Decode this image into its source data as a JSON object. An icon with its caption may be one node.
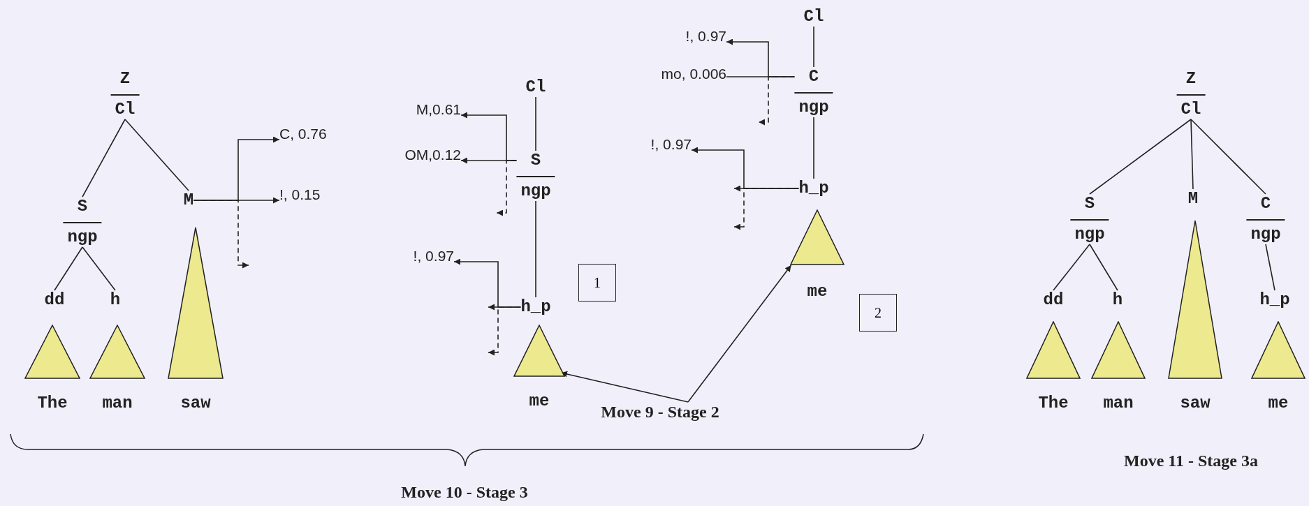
{
  "diagram": {
    "nodes": [
      {
        "text": [
          "Z",
          "Cl"
        ]
      },
      {
        "text": [
          "S",
          "ngp"
        ]
      },
      {
        "text": [
          "M"
        ]
      },
      {
        "text": [
          "dd"
        ]
      },
      {
        "text": [
          "h"
        ]
      },
      {
        "text": [],
        "shape": "triangle",
        "beside": [
          "The"
        ]
      },
      {
        "text": [],
        "shape": "triangle",
        "beside": [
          "man"
        ]
      },
      {
        "text": [],
        "shape": "triangle",
        "beside": [
          "saw"
        ]
      },
      {
        "text": [
          "C, 0.76"
        ]
      },
      {
        "text": [
          "!, 0.15"
        ]
      },
      {
        "text": [
          "Cl"
        ]
      },
      {
        "text": [
          "S",
          "ngp"
        ]
      },
      {
        "text": [
          "h_p"
        ]
      },
      {
        "text": [],
        "shape": "triangle",
        "beside": [
          "me"
        ]
      },
      {
        "text": [
          "M,0.61"
        ]
      },
      {
        "text": [
          "OM,0.12"
        ]
      },
      {
        "text": [
          "!, 0.97"
        ]
      },
      {
        "text": [
          "1"
        ]
      },
      {
        "text": [
          "Cl"
        ]
      },
      {
        "text": [
          "C",
          "ngp"
        ]
      },
      {
        "text": [
          "h_p"
        ]
      },
      {
        "text": [],
        "shape": "triangle",
        "beside": [
          "me"
        ]
      },
      {
        "text": [
          "!, 0.97"
        ]
      },
      {
        "text": [
          "mo, 0.006"
        ]
      },
      {
        "text": [
          "!, 0.97"
        ]
      },
      {
        "text": [
          "2"
        ]
      },
      {
        "text": [
          "Move 9 - Stage 2"
        ]
      },
      {
        "text": [
          "Z",
          "Cl"
        ]
      },
      {
        "text": [
          "S",
          "ngp"
        ]
      },
      {
        "text": [
          "M"
        ]
      },
      {
        "text": [
          "C",
          "ngp"
        ]
      },
      {
        "text": [
          "dd"
        ]
      },
      {
        "text": [
          "h"
        ]
      },
      {
        "text": [
          "h_p"
        ]
      },
      {
        "text": [],
        "shape": "triangle",
        "beside": [
          "The"
        ]
      },
      {
        "text": [],
        "shape": "triangle",
        "beside": [
          "man"
        ]
      },
      {
        "text": [],
        "shape": "triangle",
        "beside": [
          "saw"
        ]
      },
      {
        "text": [],
        "shape": "triangle",
        "beside": [
          "me"
        ]
      }
    ],
    "edges": [
      {
        "from": 0,
        "to": 1,
        "arrow": "none"
      },
      {
        "from": 0,
        "to": 2,
        "arrow": "none"
      },
      {
        "from": 1,
        "to": 3,
        "arrow": "none"
      },
      {
        "from": 1,
        "to": 4,
        "arrow": "none"
      },
      {
        "from": 2,
        "to": 8,
        "arrow": "to"
      },
      {
        "from": 2,
        "to": 9,
        "arrow": "to"
      },
      {
        "from": 2,
        "to": null,
        "arrow": "to",
        "style": "dashed"
      },
      {
        "from": 10,
        "to": 11,
        "arrow": "none"
      },
      {
        "from": 11,
        "to": 12,
        "arrow": "none"
      },
      {
        "from": 11,
        "to": 14,
        "arrow": "to"
      },
      {
        "from": 11,
        "to": 15,
        "arrow": "to"
      },
      {
        "from": 11,
        "to": null,
        "arrow": "to",
        "style": "dashed"
      },
      {
        "from": 12,
        "to": 16,
        "arrow": "to"
      },
      {
        "from": 12,
        "to": null,
        "arrow": "to"
      },
      {
        "from": 12,
        "to": null,
        "arrow": "to",
        "style": "dashed"
      },
      {
        "from": 18,
        "to": 19,
        "arrow": "none"
      },
      {
        "from": 19,
        "to": 20,
        "arrow": "none"
      },
      {
        "from": 19,
        "to": 22,
        "arrow": "to"
      },
      {
        "from": 19,
        "to": 23,
        "arrow": "none"
      },
      {
        "from": 19,
        "to": null,
        "arrow": "to",
        "style": "dashed"
      },
      {
        "from": 20,
        "to": 24,
        "arrow": "to"
      },
      {
        "from": 20,
        "to": null,
        "arrow": "to"
      },
      {
        "from": 20,
        "to": null,
        "arrow": "to",
        "style": "dashed"
      },
      {
        "from": 26,
        "to": 13,
        "arrow": "to"
      },
      {
        "from": 26,
        "to": 21,
        "arrow": "to"
      },
      {
        "from": 27,
        "to": 28,
        "arrow": "none"
      },
      {
        "from": 27,
        "to": 29,
        "arrow": "none"
      },
      {
        "from": 27,
        "to": 30,
        "arrow": "none"
      },
      {
        "from": 28,
        "to": 31,
        "arrow": "none"
      },
      {
        "from": 28,
        "to": 32,
        "arrow": "none"
      },
      {
        "from": 30,
        "to": 33,
        "arrow": "none"
      }
    ],
    "labels": [
      "Move 10 - Stage 3",
      "Move 11 - Stage 3a"
    ]
  }
}
